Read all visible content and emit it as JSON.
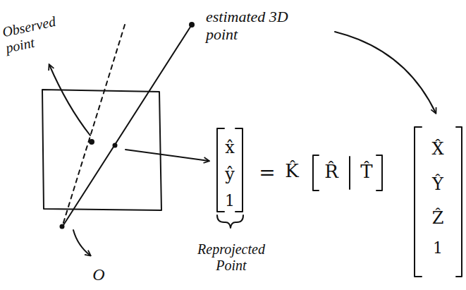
{
  "diagram": {
    "labels": [
      "Observed point",
      "estimated 3D point",
      "x̂",
      "ŷ",
      "1",
      "Reprojected Point",
      "=",
      "K̂",
      "R̂",
      "T̂",
      "X̂",
      "Ŷ",
      "Ẑ",
      "1",
      "O"
    ]
  }
}
